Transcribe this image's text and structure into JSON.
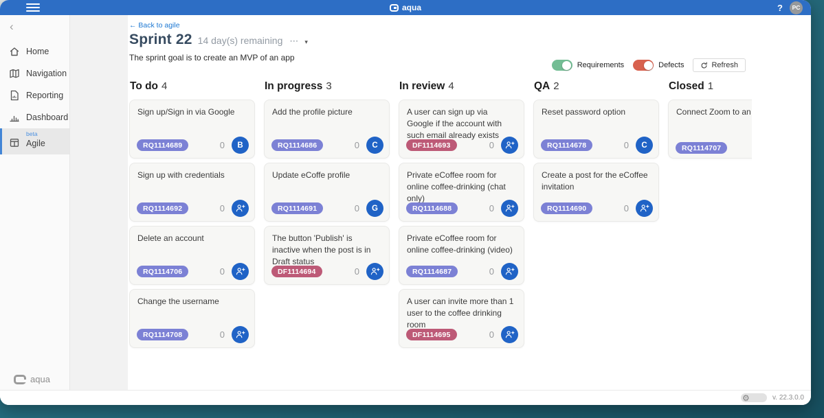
{
  "topbar": {
    "logo_text": "aqua",
    "help_label": "?",
    "user_initials": "PC"
  },
  "sidebar": {
    "collapse_icon": "‹",
    "items": [
      {
        "label": "Home"
      },
      {
        "label": "Navigation"
      },
      {
        "label": "Reporting"
      },
      {
        "label": "Dashboard"
      },
      {
        "label": "Agile",
        "badge": "beta",
        "selected": true
      }
    ],
    "logo_text": "aqua"
  },
  "page": {
    "back_link": "← Back to agile",
    "title": "Sprint 22",
    "remaining": "14 day(s) remaining",
    "menu_dots": "⋯",
    "menu_caret": "▾",
    "goal": "The sprint goal is to create an MVP of an app"
  },
  "controls": {
    "requirements_label": "Requirements",
    "requirements_on": true,
    "defects_label": "Defects",
    "defects_on": true,
    "refresh_label": "Refresh"
  },
  "board": {
    "columns": [
      {
        "name": "To do",
        "count": "4",
        "cards": [
          {
            "title": "Sign up/Sign in via Google",
            "id": "RQ1114689",
            "type": "RQ",
            "count": "0",
            "avatar": "B"
          },
          {
            "title": "Sign up with credentials",
            "id": "RQ1114692",
            "type": "RQ",
            "count": "0",
            "avatar": "add"
          },
          {
            "title": "Delete an account",
            "id": "RQ1114706",
            "type": "RQ",
            "count": "0",
            "avatar": "add"
          },
          {
            "title": "Change the username",
            "id": "RQ1114708",
            "type": "RQ",
            "count": "0",
            "avatar": "add"
          }
        ]
      },
      {
        "name": "In progress",
        "count": "3",
        "cards": [
          {
            "title": "Add the profile picture",
            "id": "RQ1114686",
            "type": "RQ",
            "count": "0",
            "avatar": "C"
          },
          {
            "title": "Update eCoffe profile",
            "id": "RQ1114691",
            "type": "RQ",
            "count": "0",
            "avatar": "G"
          },
          {
            "title": "The button 'Publish' is inactive when the post is in Draft status",
            "id": "DF1114694",
            "type": "DF",
            "count": "0",
            "avatar": "add"
          }
        ]
      },
      {
        "name": "In review",
        "count": "4",
        "cards": [
          {
            "title": "A user can sign up via Google if the account with such email already exists",
            "id": "DF1114693",
            "type": "DF",
            "count": "0",
            "avatar": "add"
          },
          {
            "title": "Private eCoffee room for online coffee-drinking (chat only)",
            "id": "RQ1114688",
            "type": "RQ",
            "count": "0",
            "avatar": "add"
          },
          {
            "title": "Private eCoffee room for online coffee-drinking (video)",
            "id": "RQ1114687",
            "type": "RQ",
            "count": "0",
            "avatar": "add"
          },
          {
            "title": "A user can invite more than 1 user to the coffee drinking room",
            "id": "DF1114695",
            "type": "DF",
            "count": "0",
            "avatar": "add"
          }
        ]
      },
      {
        "name": "QA",
        "count": "2",
        "cards": [
          {
            "title": "Reset password option",
            "id": "RQ1114678",
            "type": "RQ",
            "count": "0",
            "avatar": "C"
          },
          {
            "title": "Create a post for the eCoffee invitation",
            "id": "RQ1114690",
            "type": "RQ",
            "count": "0",
            "avatar": "add"
          }
        ]
      },
      {
        "name": "Closed",
        "count": "1",
        "cards": [
          {
            "title": "Connect Zoom to an ac",
            "id": "RQ1114707",
            "type": "RQ",
            "count": "",
            "avatar": ""
          }
        ]
      }
    ]
  },
  "footer": {
    "version": "v. 22.3.0.0"
  },
  "colors": {
    "topbar": "#2d6ec5",
    "accent_link": "#1b77d2",
    "rq_badge": "#7c81d5",
    "df_badge": "#bd5a77",
    "avatar": "#2063c6",
    "toggle_on_green": "#73bd94",
    "toggle_on_red": "#d8614e",
    "desktop_teal": "#276e81"
  }
}
